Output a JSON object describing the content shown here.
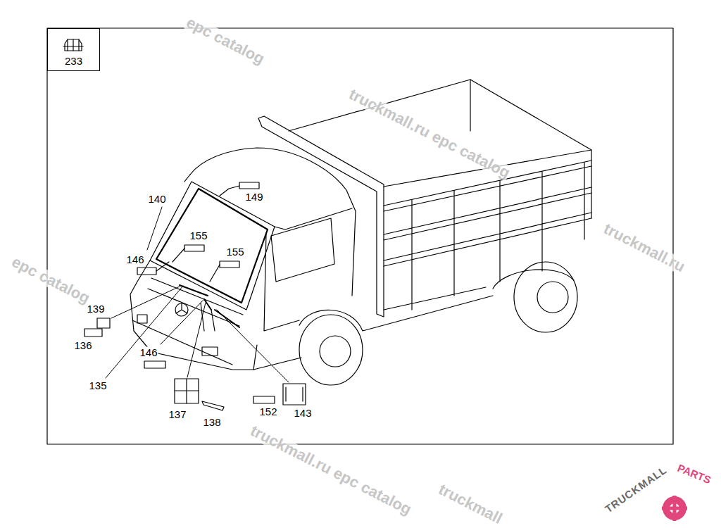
{
  "diagram": {
    "nodes": [
      {
        "text": [
          "233"
        ]
      }
    ],
    "labels": [
      "140",
      "149",
      "155",
      "155",
      "146",
      "139",
      "136",
      "146",
      "135",
      "137",
      "138",
      "152",
      "143",
      "epc catalog",
      "truckmall.ru epc catalog",
      "truckmall.ru",
      "epc catalog",
      "truckmall.ru epc catalog",
      "truckmall",
      "TRUCKMALL",
      "PARTS"
    ]
  }
}
